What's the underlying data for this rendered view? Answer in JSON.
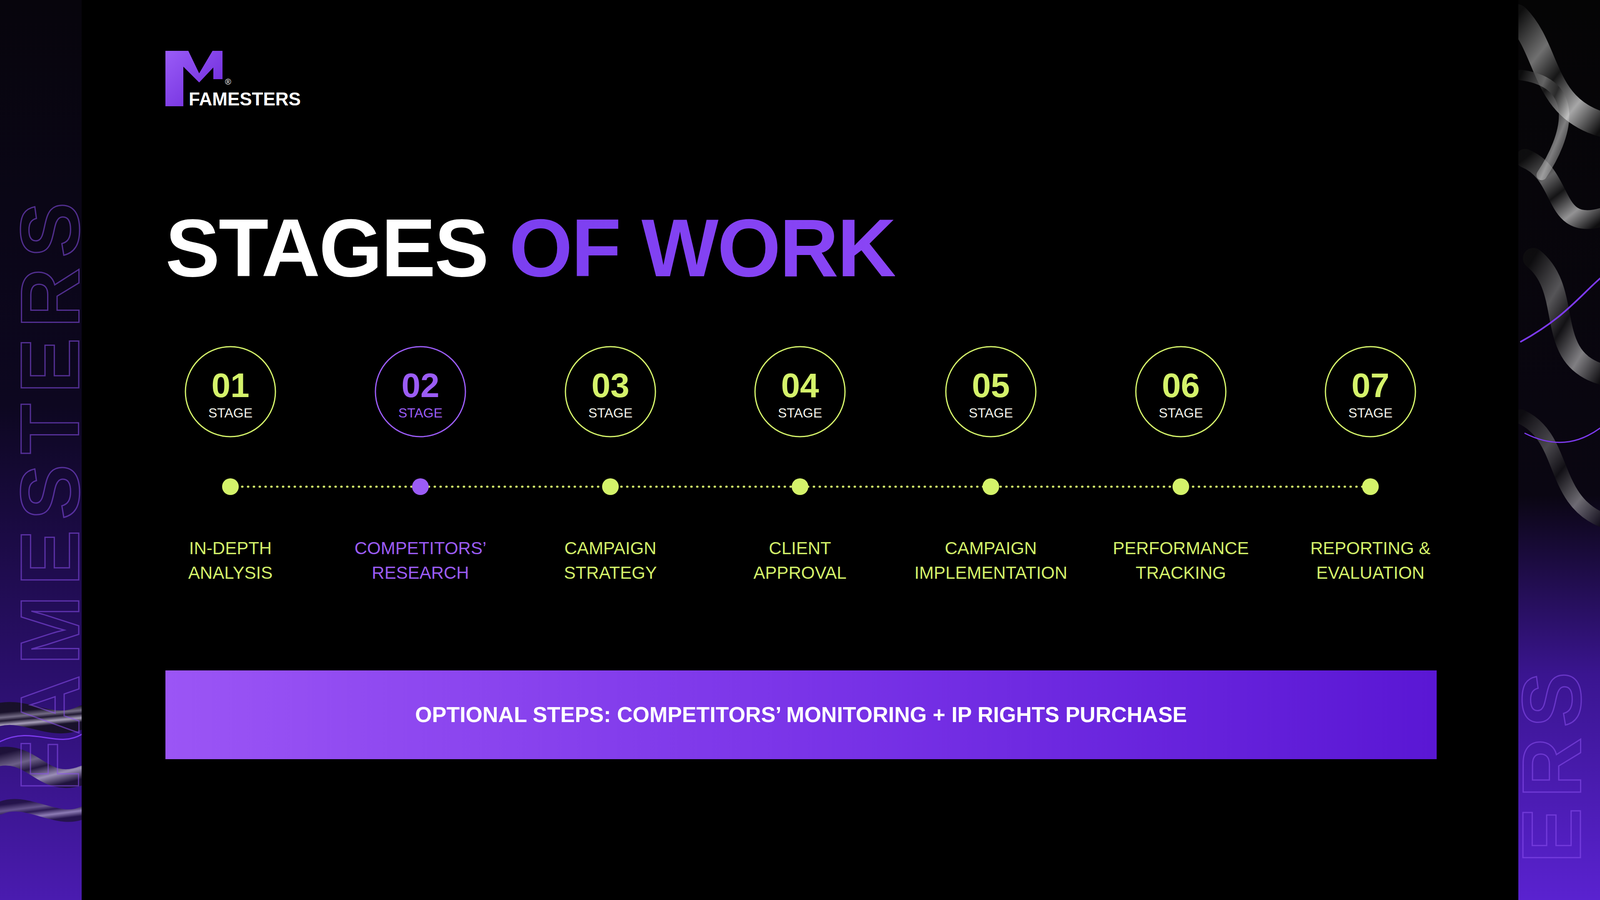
{
  "diagram": {
    "title": "STAGES OF WORK",
    "nodes": [
      {
        "text": [
          "01",
          "STAGE"
        ]
      },
      {
        "text": [
          "02",
          "STAGE"
        ]
      },
      {
        "text": [
          "03",
          "STAGE"
        ]
      },
      {
        "text": [
          "04",
          "STAGE"
        ]
      },
      {
        "text": [
          "05",
          "STAGE"
        ]
      },
      {
        "text": [
          "06",
          "STAGE"
        ]
      },
      {
        "text": [
          "07",
          "STAGE"
        ]
      },
      {
        "text": [
          "OPTIONAL STEPS: COMPETITORS’ MONITORING + IP RIGHTS PURCHASE"
        ]
      }
    ],
    "labels": [
      "FAMESTERS",
      "®",
      "FAMESTERS",
      "ERS",
      "IN-DEPTH ANALYSIS",
      "COMPETITORS’ RESEARCH",
      "CAMPAIGN STRATEGY",
      "CLIENT APPROVAL",
      "CAMPAIGN IMPLEMENTATION",
      "PERFORMANCE TRACKING",
      "REPORTING & EVALUATION"
    ]
  }
}
